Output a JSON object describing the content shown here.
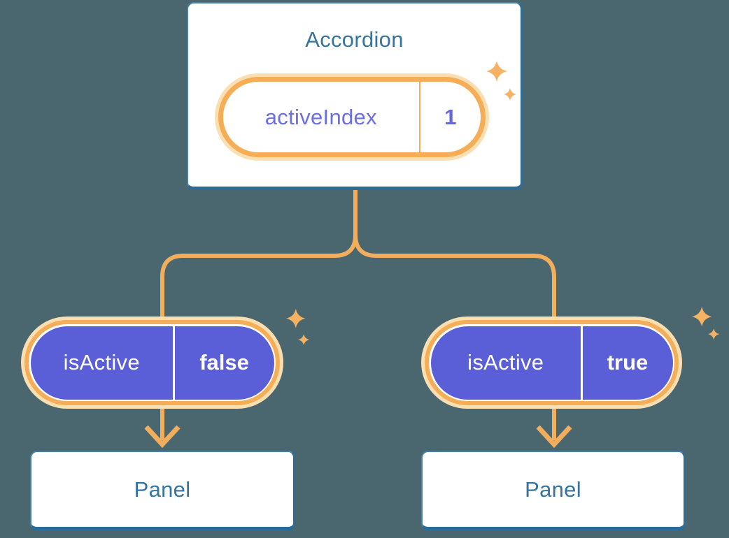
{
  "colors": {
    "background": "#4A6770",
    "card_fill": "#FFFFFF",
    "card_border": "#4680AA",
    "card_border_dark": "#2E6D98",
    "heading_text": "#35749E",
    "connector_orange": "#F2AE5C",
    "ring_orange": "#F5AD57",
    "halo_orange": "#FBDFB0",
    "pill_purple": "#5A5FD8",
    "purple_text": "#6B6FE2",
    "pill_text_white": "#FFFFFF"
  },
  "root_card": {
    "title": "Accordion",
    "state": {
      "name": "activeIndex",
      "value": "1"
    }
  },
  "children": [
    {
      "prop_name": "isActive",
      "prop_value": "false",
      "panel_label": "Panel"
    },
    {
      "prop_name": "isActive",
      "prop_value": "true",
      "panel_label": "Panel"
    }
  ]
}
